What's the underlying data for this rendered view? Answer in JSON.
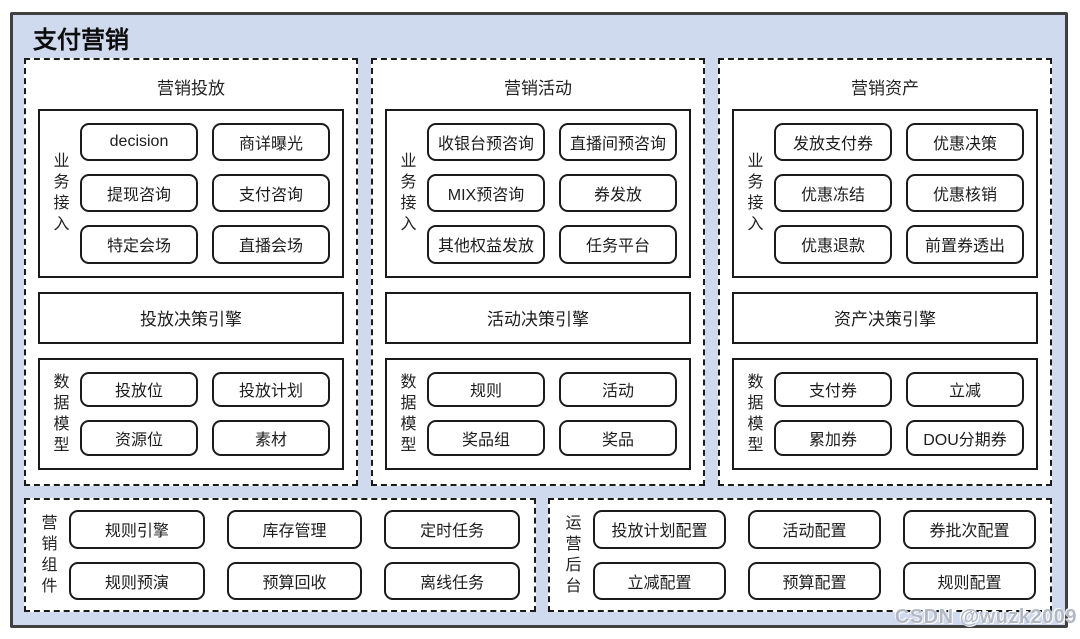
{
  "page": {
    "title": "支付营销",
    "watermark": "CSDN @wuzk2009"
  },
  "colors": {
    "container_bg": "#cfdaee",
    "panel_bg": "#ffffff",
    "border": "#1b1b1b",
    "frame_border": "#404040"
  },
  "columns": [
    {
      "title": "营销投放",
      "access_label": "业务接入",
      "access_items": [
        "decision",
        "商详曝光",
        "提现咨询",
        "支付咨询",
        "特定会场",
        "直播会场"
      ],
      "engine": "投放决策引擎",
      "model_label": "数据模型",
      "model_items": [
        "投放位",
        "投放计划",
        "资源位",
        "素材"
      ]
    },
    {
      "title": "营销活动",
      "access_label": "业务接入",
      "access_items": [
        "收银台预咨询",
        "直播间预咨询",
        "MIX预咨询",
        "券发放",
        "其他权益发放",
        "任务平台"
      ],
      "engine": "活动决策引擎",
      "model_label": "数据模型",
      "model_items": [
        "规则",
        "活动",
        "奖品组",
        "奖品"
      ]
    },
    {
      "title": "营销资产",
      "access_label": "业务接入",
      "access_items": [
        "发放支付券",
        "优惠决策",
        "优惠冻结",
        "优惠核销",
        "优惠退款",
        "前置券透出"
      ],
      "engine": "资产决策引擎",
      "model_label": "数据模型",
      "model_items": [
        "支付券",
        "立减",
        "累加券",
        "DOU分期券"
      ]
    }
  ],
  "bottom_sections": [
    {
      "label": "营销组件",
      "items": [
        "规则引擎",
        "库存管理",
        "定时任务",
        "规则预演",
        "预算回收",
        "离线任务"
      ]
    },
    {
      "label": "运营后台",
      "items": [
        "投放计划配置",
        "活动配置",
        "券批次配置",
        "立减配置",
        "预算配置",
        "规则配置"
      ]
    }
  ]
}
